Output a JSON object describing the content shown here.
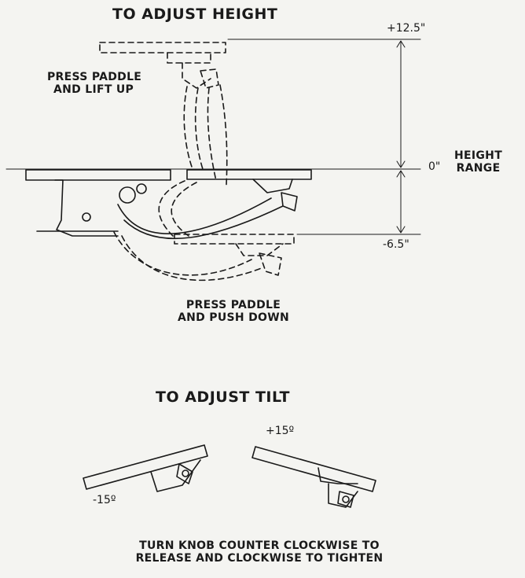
{
  "height_section": {
    "title": "TO ADJUST HEIGHT",
    "lift_instruction_line1": "PRESS PADDLE",
    "lift_instruction_line2": "AND LIFT UP",
    "push_instruction_line1": "PRESS PADDLE",
    "push_instruction_line2": "AND PUSH DOWN",
    "top_dimension": "+12.5\"",
    "zero_dimension": "0\"",
    "bottom_dimension": "-6.5\"",
    "range_label_line1": "HEIGHT",
    "range_label_line2": "RANGE"
  },
  "tilt_section": {
    "title": "TO ADJUST TILT",
    "left_angle": "-15º",
    "right_angle": "+15º",
    "instruction_line1": "TURN KNOB COUNTER CLOCKWISE TO",
    "instruction_line2": "RELEASE AND CLOCKWISE TO TIGHTEN"
  },
  "colors": {
    "ink": "#1a1a1a",
    "paper": "#f4f4f1"
  }
}
